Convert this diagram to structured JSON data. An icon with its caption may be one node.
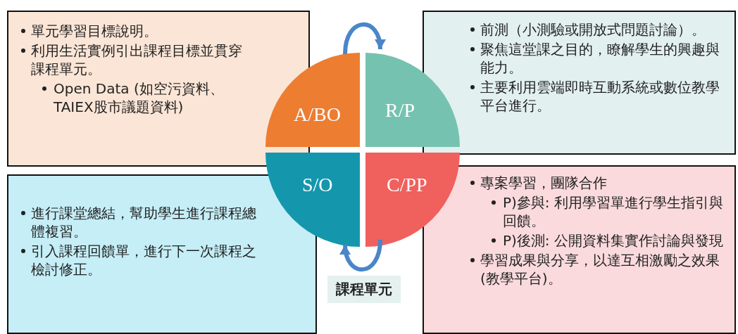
{
  "diagram": {
    "nodes": [
      {
        "text": [
          "單元學習目標說明。",
          "利用生活實例引出課程目標並貫穿課程單元。",
          "Open Data (如空污資料、TAIEX股市議題資料)"
        ]
      },
      {
        "text": [
          "A/BO"
        ]
      },
      {
        "text": [
          "R/P"
        ]
      },
      {
        "text": [
          "前測（小測驗或開放式問題討論）。",
          "聚焦這堂課之目的，瞭解學生的興趣與能力。",
          "主要利用雲端即時互動系統或數位教學平台進行。"
        ]
      },
      {
        "text": [
          "進行課堂總結，幫助學生進行課程總體複習。",
          "引入課程回饋單，進行下一次課程之檢討修正。"
        ]
      },
      {
        "text": [
          "S/O"
        ]
      },
      {
        "text": [
          "C/PP"
        ]
      },
      {
        "text": [
          "專案學習，團隊合作",
          "P)參與: 利用學習單進行學生指引與回饋。",
          "P)後測: 公開資料集實作討論與發現",
          "學習成果與分享，以達互相激勵之效果(教學平台)。"
        ]
      }
    ],
    "edges": [
      {
        "from": 1,
        "to": 2,
        "arrow": "to"
      },
      {
        "from": 6,
        "to": 5,
        "arrow": "to"
      }
    ],
    "labels": [
      "課程單元"
    ]
  }
}
